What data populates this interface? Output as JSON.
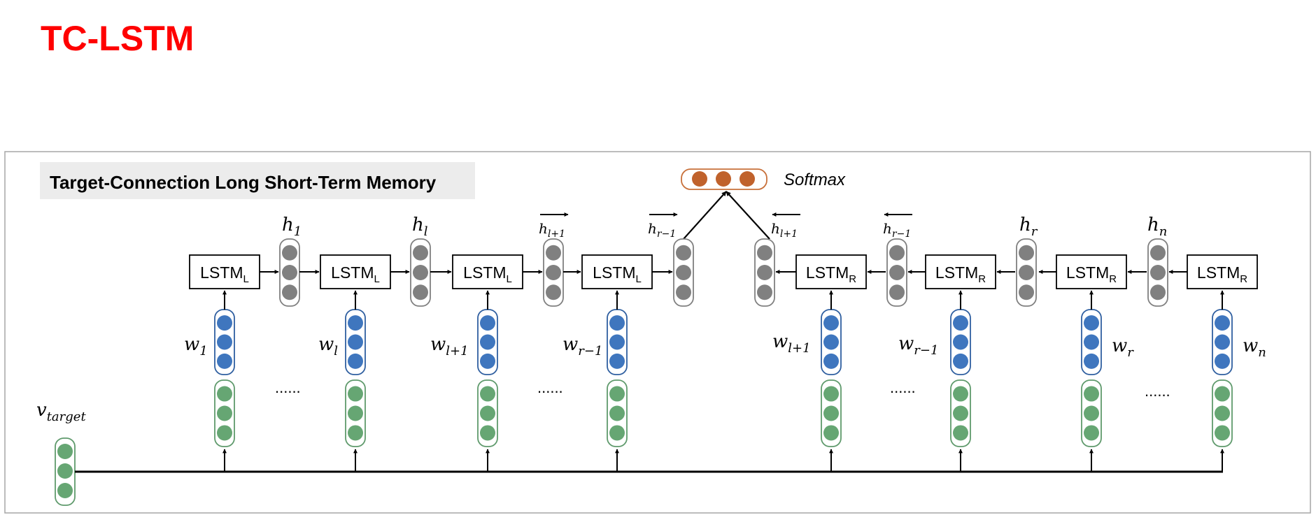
{
  "slide_title": "TC-LSTM",
  "panel_title": "Target-Connection Long Short-Term Memory",
  "output_label": "Softmax",
  "target_vector": {
    "base": "v",
    "sub": "target"
  },
  "lstm_left": {
    "base": "LSTM",
    "sub": "L"
  },
  "lstm_right": {
    "base": "LSTM",
    "sub": "R"
  },
  "hidden_labels": [
    {
      "base": "h",
      "sub": "1",
      "arrow": ""
    },
    {
      "base": "h",
      "sub": "l",
      "arrow": ""
    },
    {
      "base": "h",
      "sub": "l+1",
      "arrow": "right"
    },
    {
      "base": "h",
      "sub": "r−1",
      "arrow": "right"
    },
    {
      "base": "h",
      "sub": "l+1",
      "arrow": "left"
    },
    {
      "base": "h",
      "sub": "r−1",
      "arrow": "left"
    },
    {
      "base": "h",
      "sub": "r",
      "arrow": ""
    },
    {
      "base": "h",
      "sub": "n",
      "arrow": ""
    }
  ],
  "word_labels": [
    {
      "base": "w",
      "sub": "1"
    },
    {
      "base": "w",
      "sub": "l"
    },
    {
      "base": "w",
      "sub": "l+1"
    },
    {
      "base": "w",
      "sub": "r−1"
    },
    {
      "base": "w",
      "sub": "l+1"
    },
    {
      "base": "w",
      "sub": "r−1"
    },
    {
      "base": "w",
      "sub": "r"
    },
    {
      "base": "w",
      "sub": "n"
    }
  ],
  "ellipsis": "......",
  "colors": {
    "title": "#ff0000",
    "hidden_dot": "#808080",
    "word_dot": "#3f76be",
    "target_dot": "#66a673",
    "softmax_dot": "#c0622c",
    "word_border": "#2f5fa0",
    "target_border": "#5f9a6c",
    "softmax_border": "#c8703a",
    "panel_border": "#a6a6a6",
    "header_bg": "#ececec"
  }
}
